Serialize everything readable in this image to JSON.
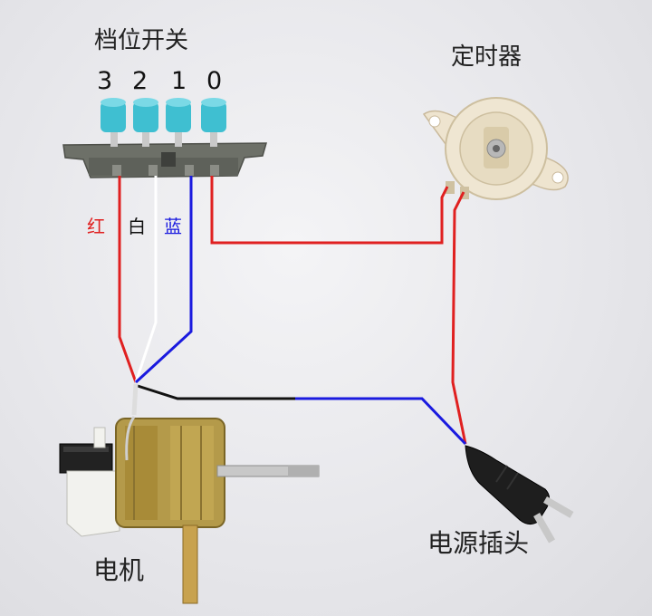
{
  "labels": {
    "switch_title": "档位开关",
    "timer_title": "定时器",
    "plug_title": "电源插头",
    "motor_title": "电机"
  },
  "positions": [
    "3",
    "2",
    "1",
    "0"
  ],
  "wires": [
    {
      "label": "红",
      "color": "#e02020"
    },
    {
      "label": "白",
      "color": "#ffffff"
    },
    {
      "label": "蓝",
      "color": "#1a1adf"
    }
  ],
  "colors": {
    "red_wire": "#e02020",
    "white_wire": "#ffffff",
    "blue_wire": "#1a1adf",
    "black_wire": "#111111",
    "button_cyan": "#3fbfd1",
    "switch_body": "#6d7068"
  }
}
